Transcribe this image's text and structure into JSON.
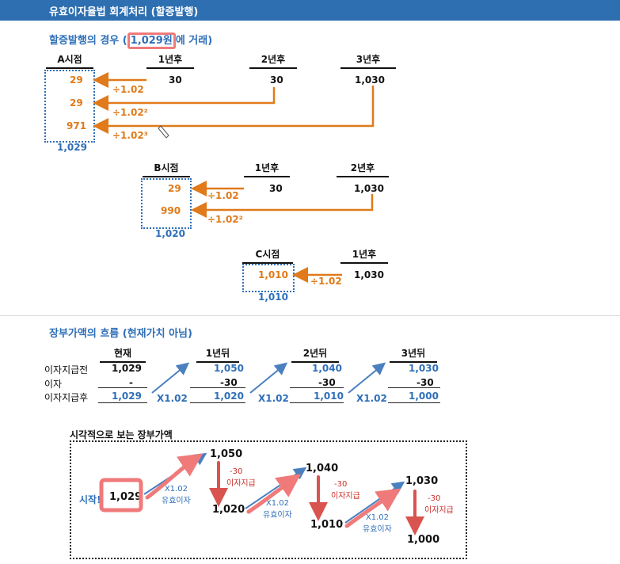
{
  "header": {
    "title": "유효이자율법 회계처리 (할증발행)"
  },
  "section1": {
    "title_pre": "할증발행의 경우 (",
    "title_price": "1,029원",
    "title_post": "에 거래)",
    "table_a": {
      "headers": [
        "A시점",
        "1년후",
        "2년후",
        "3년후"
      ],
      "cashflows": [
        "30",
        "30",
        "1,030"
      ],
      "pv": [
        "29",
        "29",
        "971"
      ],
      "factors": [
        "÷1.02",
        "÷1.02²",
        "÷1.02³"
      ],
      "total": "1,029"
    },
    "table_b": {
      "headers": [
        "B시점",
        "1년후",
        "2년후"
      ],
      "cashflows": [
        "30",
        "1,030"
      ],
      "pv": [
        "29",
        "990"
      ],
      "factors": [
        "÷1.02",
        "÷1.02²"
      ],
      "total": "1,020"
    },
    "table_c": {
      "headers": [
        "C시점",
        "1년후"
      ],
      "cashflows": [
        "1,030"
      ],
      "pv": [
        "1,010"
      ],
      "factors": [
        "÷1.02"
      ],
      "total": "1,010"
    }
  },
  "section2": {
    "title": "장부가액의 흐름 (현재가치 아님)",
    "row_labels": [
      "이자지급전",
      "이자",
      "이자지급후"
    ],
    "columns": [
      {
        "header": "현재",
        "before": "1,029",
        "interest": "-",
        "after": "1,029"
      },
      {
        "header": "1년뒤",
        "before": "1,050",
        "interest": "-30",
        "after": "1,020"
      },
      {
        "header": "2년뒤",
        "before": "1,040",
        "interest": "-30",
        "after": "1,010"
      },
      {
        "header": "3년뒤",
        "before": "1,030",
        "interest": "-30",
        "after": "1,000"
      }
    ],
    "multiplier": "X1.02"
  },
  "section3": {
    "title": "시각적으로 보는 장부가액",
    "start_label": "시작!",
    "start_value": "1,029",
    "peaks": [
      "1,050",
      "1,040",
      "1,030"
    ],
    "troughs": [
      "1,020",
      "1,010",
      "1,000"
    ],
    "multiplier": "X1.02",
    "effective_label": "유효이자",
    "minus": "-30",
    "payment_label": "이자지급"
  },
  "colors": {
    "accent_blue": "#2f6fb8",
    "orange": "#e07a1a",
    "red": "#c8302b",
    "highlight": "#f07a7a"
  }
}
